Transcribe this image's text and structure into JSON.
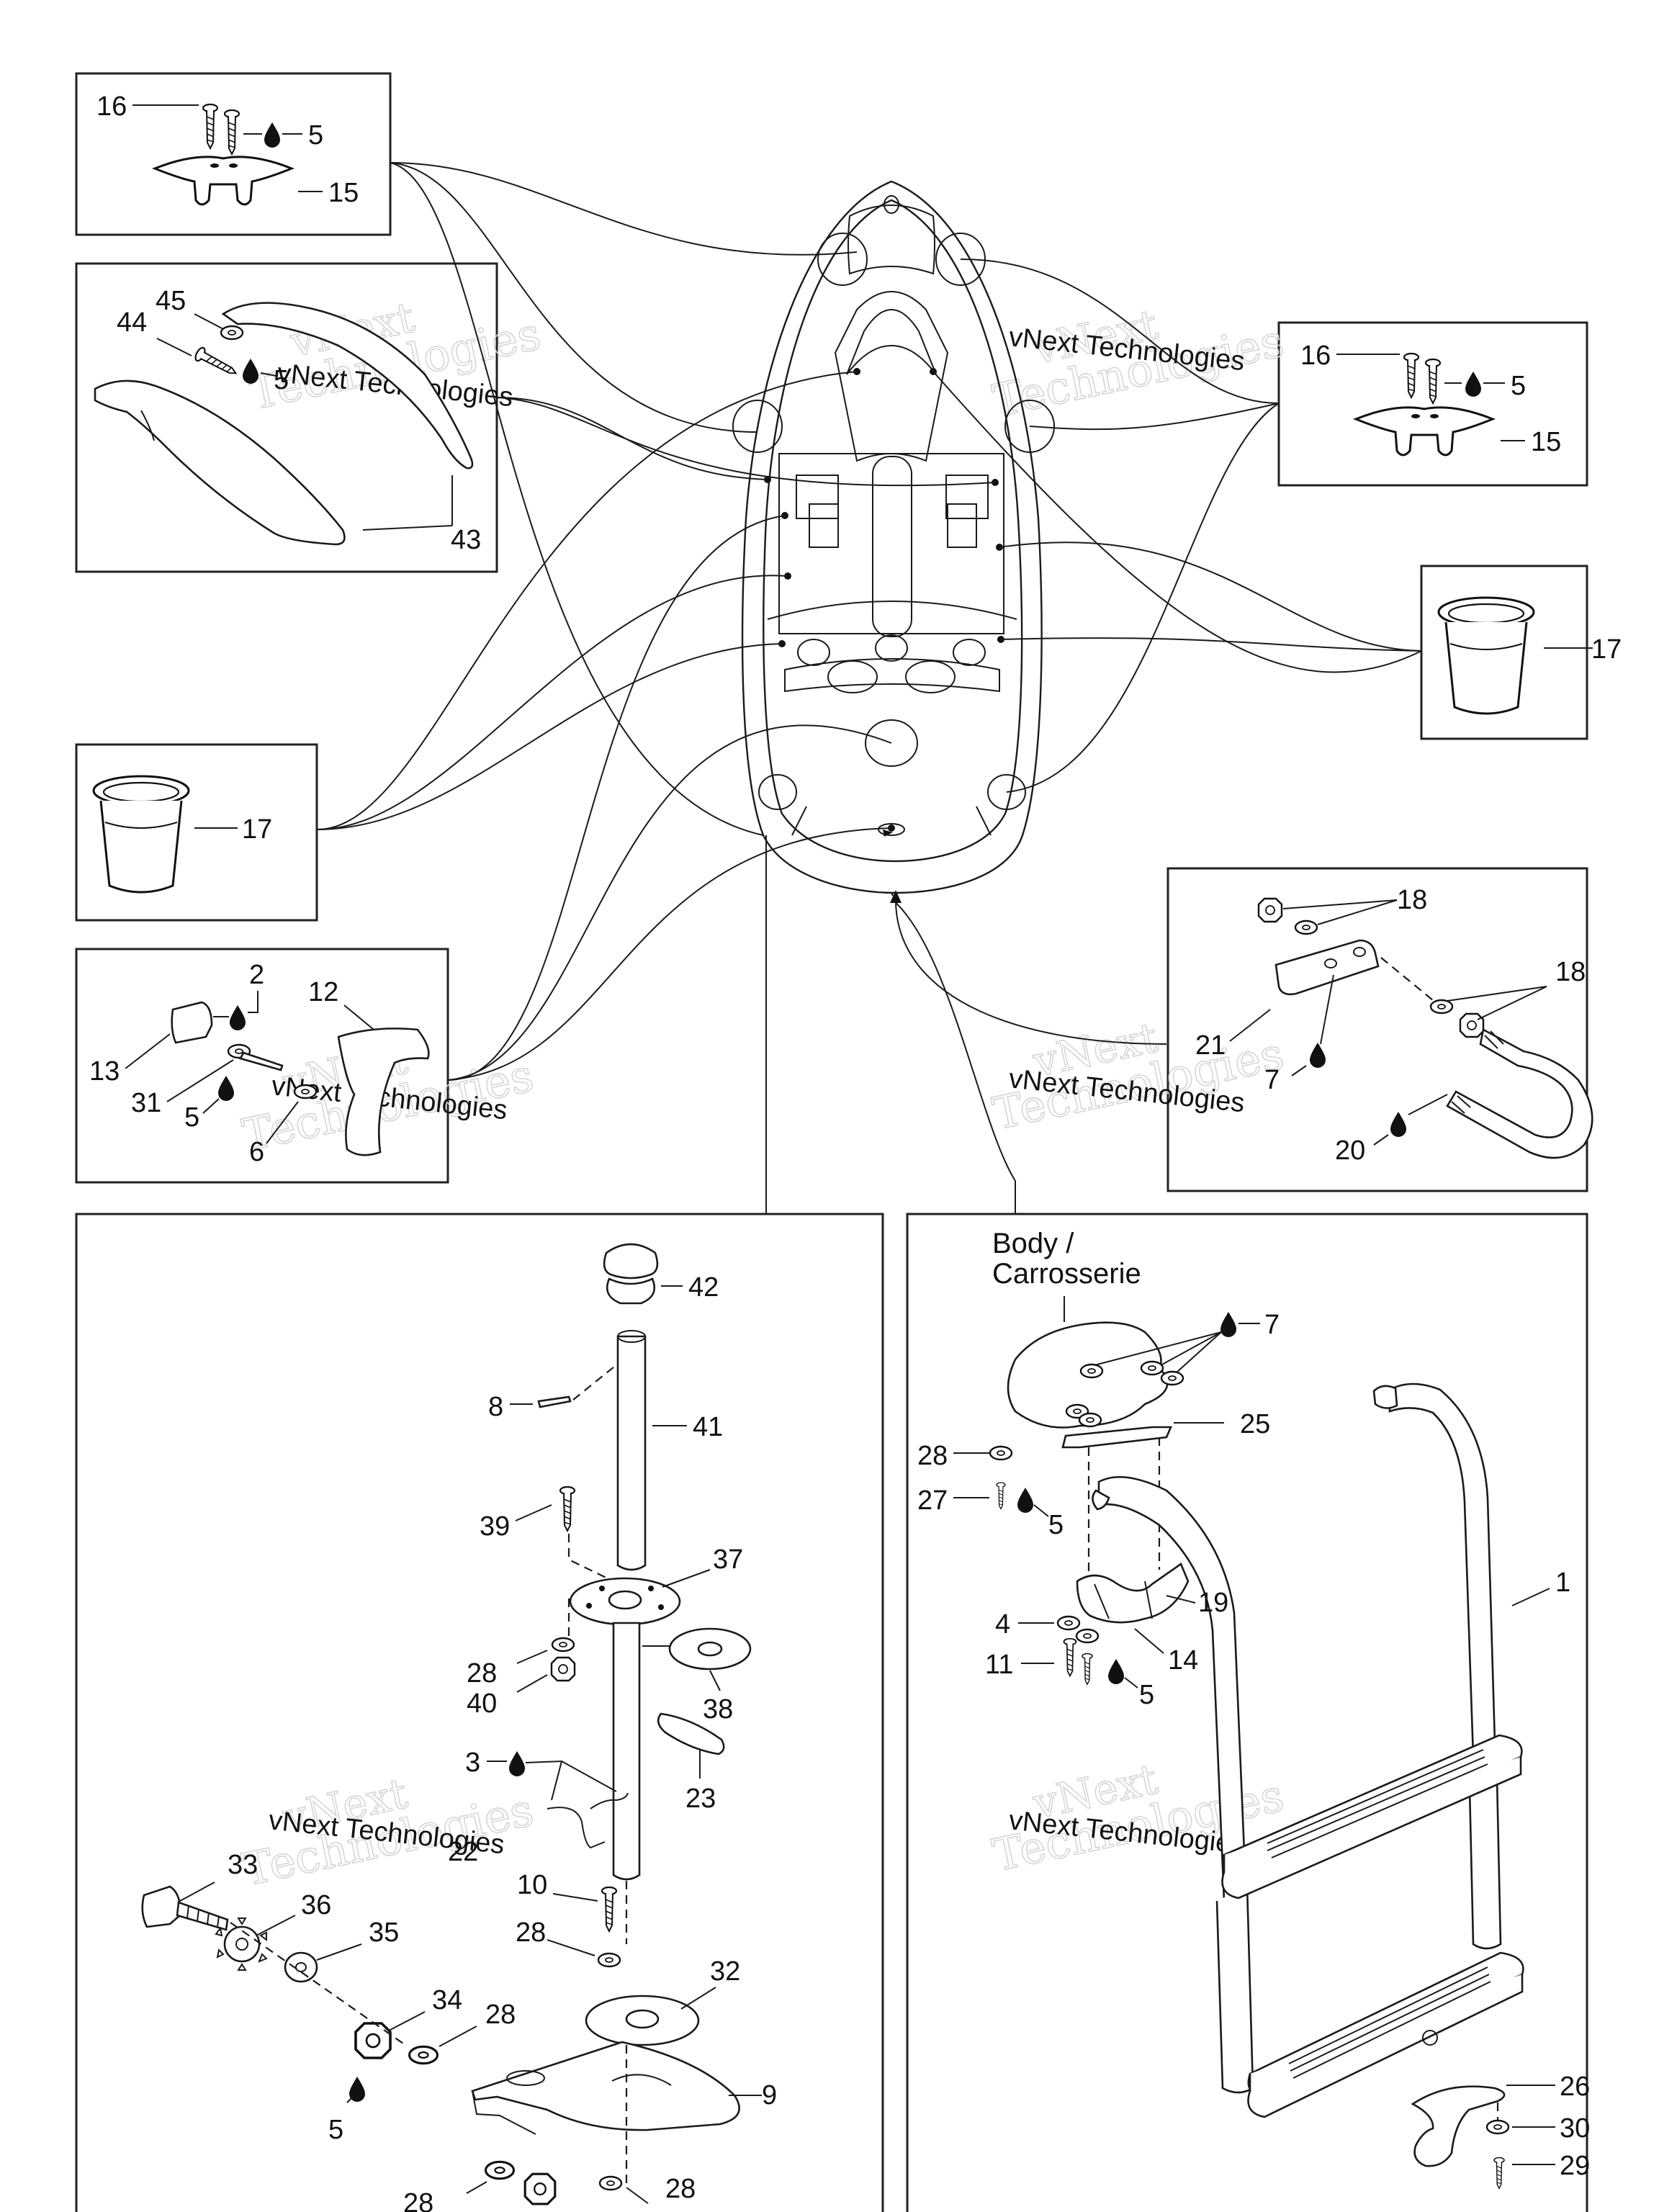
{
  "watermark": {
    "line1": "vNext",
    "line2": "Technologies",
    "caption": "vNext Technologies"
  },
  "captions": {
    "body_line1": "Body /",
    "body_line2": "Carrosserie"
  },
  "callouts": {
    "tl_16": "16",
    "tl_5": "5",
    "tl_15": "15",
    "tr_16": "16",
    "tr_5": "5",
    "tr_15": "15",
    "g_45": "45",
    "g_44": "44",
    "g_5": "5",
    "g_43": "43",
    "c_17_left": "17",
    "c_17_right": "17",
    "d_2": "2",
    "d_12": "12",
    "d_13": "13",
    "d_31": "31",
    "d_5": "5",
    "d_6": "6",
    "u_18a": "18",
    "u_18b": "18",
    "u_21": "21",
    "u_7": "7",
    "u_20": "20",
    "p_42": "42",
    "p_8": "8",
    "p_41": "41",
    "p_39": "39",
    "p_37": "37",
    "p_28a": "28",
    "p_40": "40",
    "p_38": "38",
    "p_3": "3",
    "p_23": "23",
    "p_22": "22",
    "p_33": "33",
    "p_36": "36",
    "p_35": "35",
    "p_10": "10",
    "p_28b": "28",
    "p_32": "32",
    "p_34": "34",
    "p_28c": "28",
    "p_9": "9",
    "p_5": "5",
    "p_28d": "28",
    "p_28e": "28",
    "l_7": "7",
    "l_25": "25",
    "l_28": "28",
    "l_27": "27",
    "l_5a": "5",
    "l_1": "1",
    "l_19": "19",
    "l_4": "4",
    "l_14": "14",
    "l_11": "11",
    "l_5b": "5",
    "l_26": "26",
    "l_30": "30",
    "l_29": "29"
  },
  "icons": [
    "oil-drop-icon"
  ]
}
